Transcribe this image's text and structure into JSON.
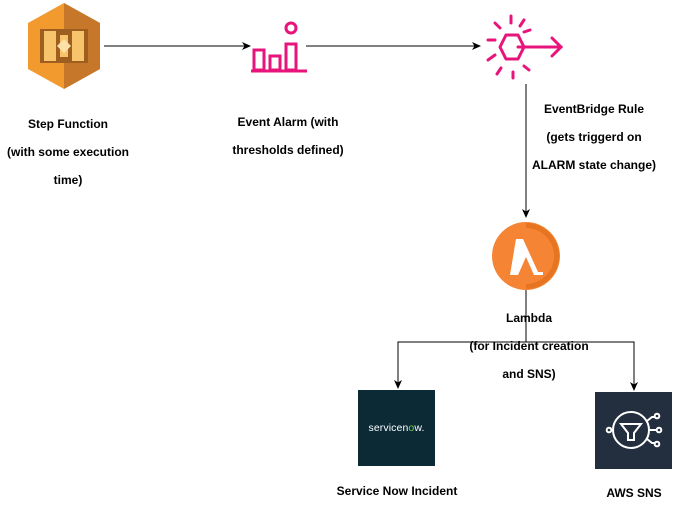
{
  "nodes": {
    "step_function": {
      "lines": [
        "Step Function",
        "(with some execution",
        "time)"
      ],
      "icon": "step-functions-icon",
      "color": "#e7a42b"
    },
    "event_alarm": {
      "lines": [
        "Event Alarm (with",
        "thresholds defined)"
      ],
      "icon": "cloudwatch-alarm-icon",
      "color": "#e7157b"
    },
    "eventbridge_rule": {
      "lines": [
        "EventBridge Rule",
        "(gets triggerd on",
        "ALARM state change)"
      ],
      "icon": "eventbridge-rule-icon",
      "color": "#e7157b"
    },
    "lambda": {
      "lines": [
        "Lambda",
        "(for Incident creation",
        "and SNS)"
      ],
      "icon": "lambda-icon",
      "color": "#f58534"
    },
    "service_now": {
      "label": "Service Now Incident",
      "logo_text": "servicen",
      "logo_o": "o",
      "logo_w": "w.",
      "icon": "servicenow-logo"
    },
    "aws_sns": {
      "label": "AWS SNS",
      "icon": "sns-icon",
      "color": "#232f3e"
    }
  }
}
